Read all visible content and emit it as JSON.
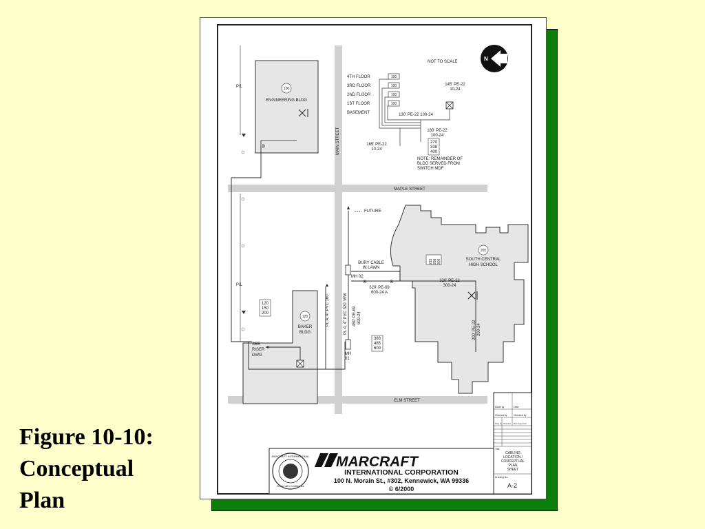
{
  "caption": {
    "line1": "Figure 10-10:",
    "line2": "Conceptual",
    "line3": "Plan"
  },
  "colors": {
    "background": "#ffffcc",
    "shadow": "#0a7d0a",
    "building_fill": "#e6e6e6"
  },
  "drawing": {
    "not_to_scale": "NOT TO SCALE",
    "north_letter": "N",
    "streets": {
      "main": "MAIN STREET",
      "maple": "MAPLE STREET",
      "elm": "ELM STREET"
    },
    "pl_labels": [
      "P/L",
      "P/L"
    ],
    "engineering": {
      "number": "120",
      "name": "ENGINEERING BLDG"
    },
    "baker": {
      "number": "120",
      "name_line1": "BAKER",
      "name_line2": "BLDG"
    },
    "school": {
      "number": "265",
      "name_line1": "SOUTH CENTRAL",
      "name_line2": "HIGH SCHOOL"
    },
    "riser": {
      "floors": [
        "4TH FLOOR",
        "3RD FLOOR",
        "2ND FLOOR",
        "1ST FLOOR",
        "BASEMENT"
      ],
      "counts": [
        "100",
        "100",
        "100",
        "100"
      ],
      "cable_145": [
        "145' PE-22",
        "10-24"
      ],
      "cable_130": "130' PE-22 100-24",
      "cable_180": [
        "180' PE-22",
        "100-24"
      ],
      "cable_165": [
        "165' PE-22",
        "10-24"
      ],
      "box_values": [
        "270",
        "338",
        "400"
      ],
      "note": [
        "NOTE: REMAINDER OF",
        "BLDG SERVED FROM",
        "SWITCH MDF"
      ]
    },
    "future": "FUTURE",
    "bury": [
      "BURY CABLE",
      "IN LAWN"
    ],
    "mh02": "MH 02",
    "mh01": [
      "MH",
      "01"
    ],
    "b_marks": [
      "B",
      "B"
    ],
    "cable_320_69": [
      "320' PE-69",
      "600-24 A"
    ],
    "cable_320_22": [
      "320' PE-22",
      "300-24"
    ],
    "school_box": [
      "215",
      "258",
      "300"
    ],
    "cable_200": [
      "200' PE-22",
      "200-24"
    ],
    "cable_450": [
      "450' PE-69",
      "600-24"
    ],
    "conduit_vertical": "PL 4, 4\" PVC 320' WW",
    "conduit_baker": "PL 4, 4\" PVC 160'",
    "box_388": [
      "388",
      "485",
      "600"
    ],
    "box_120": [
      "120",
      "150",
      "200"
    ],
    "see_riser": [
      "SEE",
      "RISER",
      "DWG"
    ],
    "title_block": {
      "company": "MARCRAFT",
      "company_line2": "INTERNATIONAL CORPORATION",
      "address": "100 N. Morain St., #302, Kennewick, WA 99336",
      "copyright": "© 6/2000",
      "seal_top": "MARCRAFT INTERNATIONAL",
      "seal_bottom": "Trade with Confidence",
      "row1": [
        "Made by",
        "Date"
      ],
      "row2": [
        "Ordered by",
        "Checked by"
      ],
      "row3": [
        "Dwg by",
        "Checker",
        "Rev. Approval"
      ],
      "title_label": "Title",
      "title_lines": [
        "CABLING",
        "LOCATION /",
        "CONCEPTUAL",
        "PLAN",
        "SHEET"
      ],
      "drawing_no_label": "Drawing No.",
      "drawing_no": "A-2"
    }
  }
}
